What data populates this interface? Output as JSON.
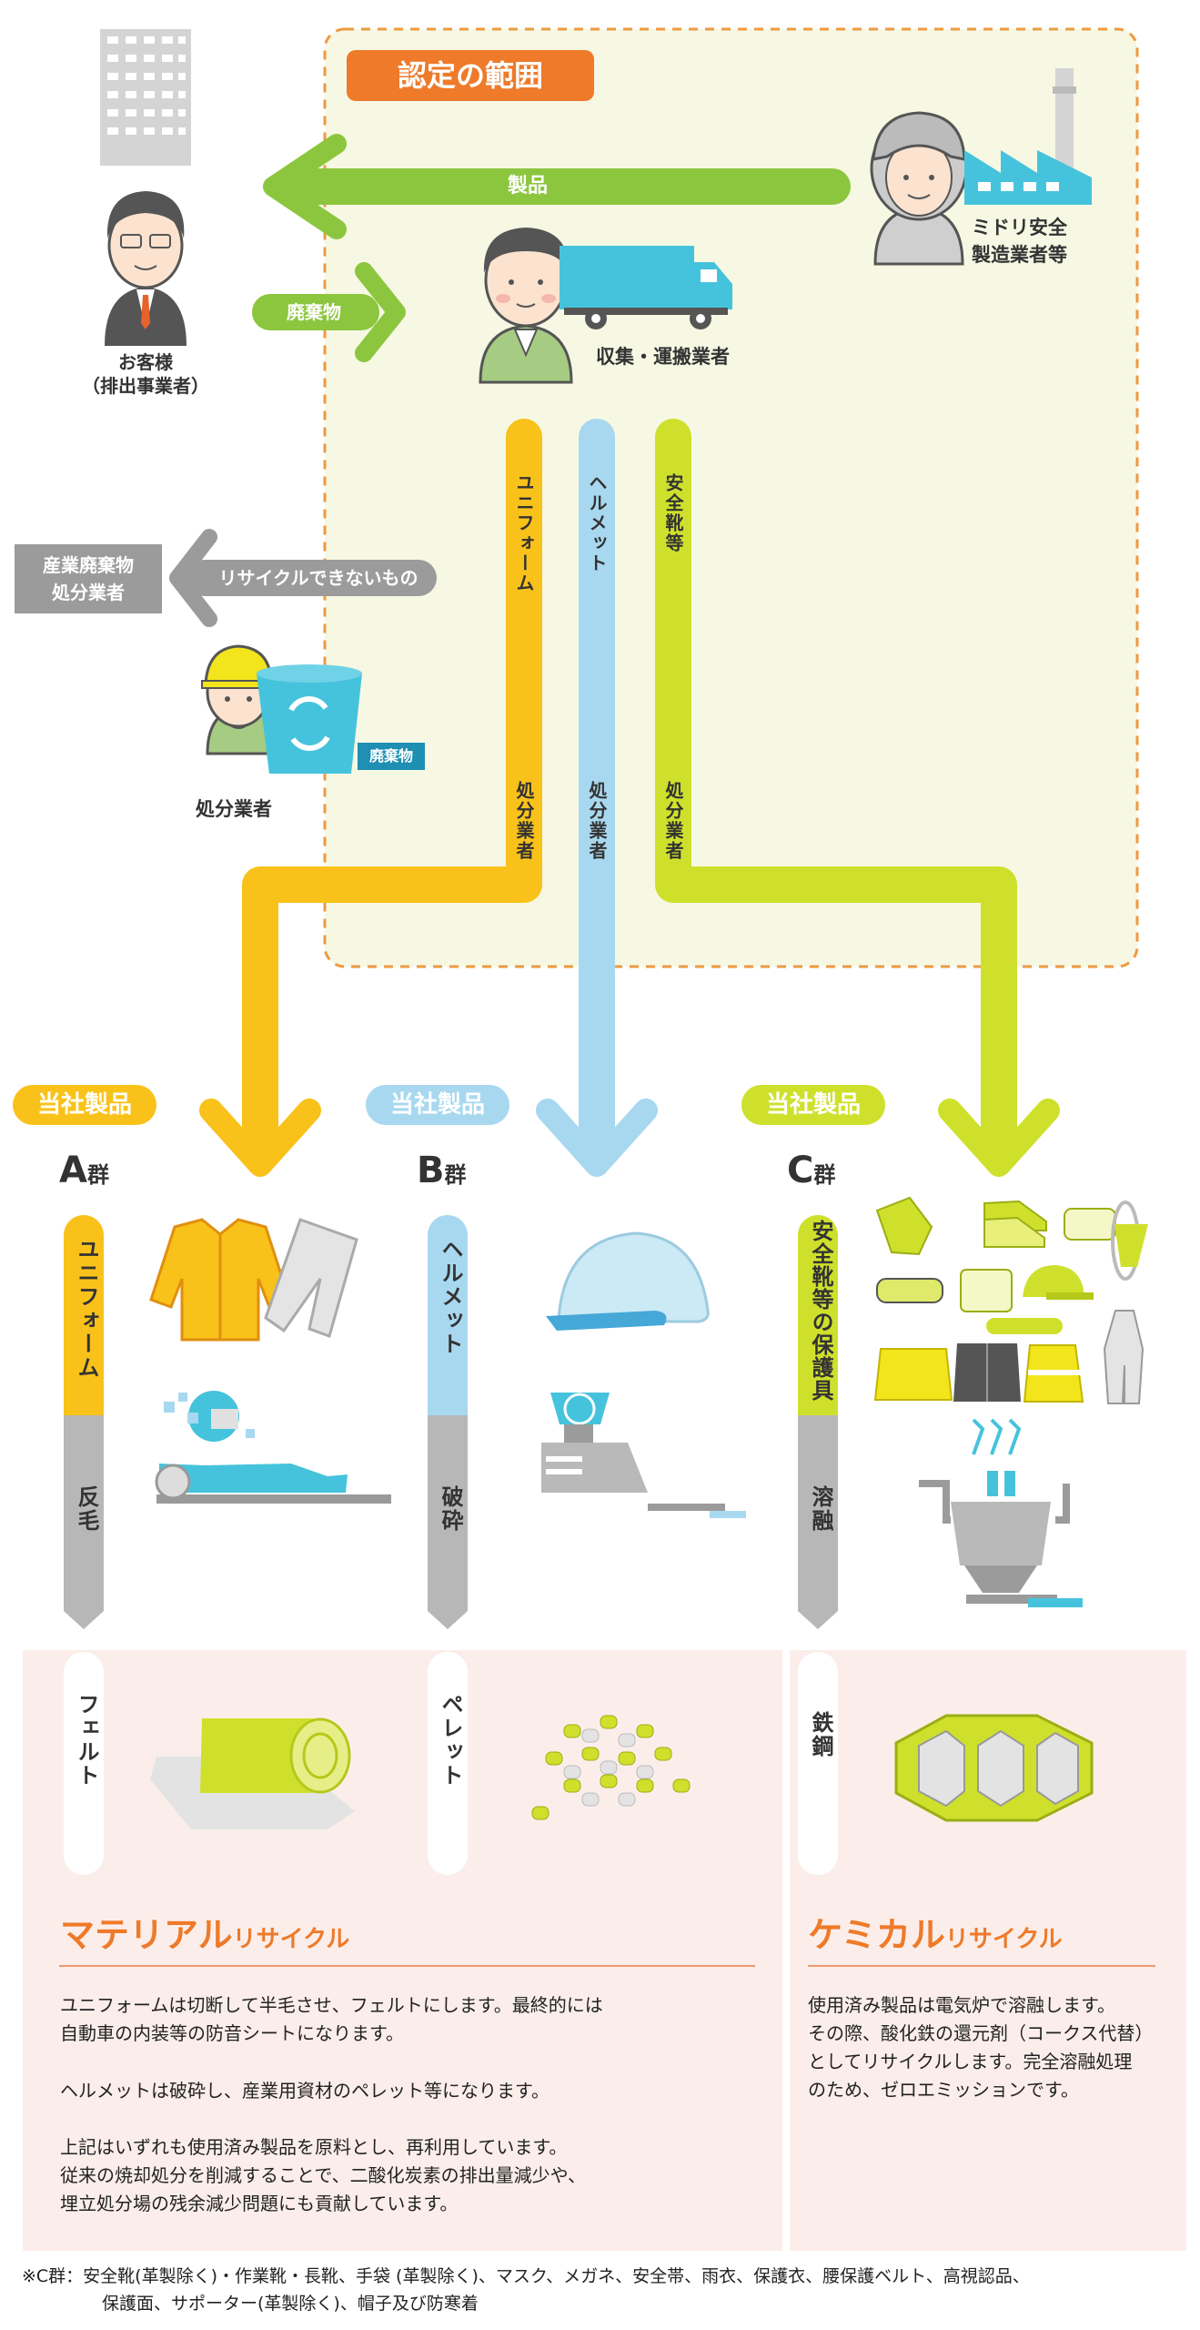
{
  "scope": {
    "title": "認定の範囲"
  },
  "actors": {
    "customer_line1": "お客様",
    "customer_line2": "（排出事業者）",
    "maker_line1": "ミドリ安全",
    "maker_line2": "製造業者等",
    "transporter": "収集・運搬業者",
    "disposer": "処分業者",
    "industrial_waste_line1": "産業廃棄物",
    "industrial_waste_line2": "処分業者"
  },
  "arrows": {
    "product": "製品",
    "waste": "廃棄物",
    "non_recyclable": "リサイクルできないもの",
    "bin_label": "廃棄物"
  },
  "streams": {
    "uniform": "ユニフォーム",
    "helmet": "ヘルメット",
    "shoes": "安全靴等",
    "disposer_label": "処分業者"
  },
  "groups": [
    {
      "badge": "当社製品",
      "letter": "A",
      "suffix": "群",
      "item": "ユニフォーム",
      "process": "反毛",
      "output": "フェルト"
    },
    {
      "badge": "当社製品",
      "letter": "B",
      "suffix": "群",
      "item": "ヘルメット",
      "process": "破砕",
      "output": "ペレット"
    },
    {
      "badge": "当社製品",
      "letter": "C",
      "suffix": "群",
      "item": "安全靴等の保護具",
      "process": "溶融",
      "output": "鉄鋼"
    }
  ],
  "material": {
    "title_big": "マテリアル",
    "title_small": "リサイクル",
    "para1": "ユニフォームは切断して半毛させ、フェルトにします。最終的には\n自動車の内装等の防音シートになります。",
    "para2": "ヘルメットは破砕し、産業用資材のペレット等になります。",
    "para3": "上記はいずれも使用済み製品を原料とし、再利用しています。\n従来の焼却処分を削減することで、二酸化炭素の排出量減少や、\n埋立処分場の残余減少問題にも貢献しています。"
  },
  "chemical": {
    "title_big": "ケミカル",
    "title_small": "リサイクル",
    "para1": "使用済み製品は電気炉で溶融します。\nその際、酸化鉄の還元剤（コークス代替）\nとしてリサイクルします。完全溶融処理\nのため、ゼロエミッションです。"
  },
  "footnote": {
    "line1": "※C群：安全靴(革製除く)・作業靴・長靴、手袋 (革製除く)、マスク、メガネ、安全帯、雨衣、保護衣、腰保護ベルト、高視認品、",
    "line2": "保護面、サポーター(革製除く)、帽子及び防寒着"
  },
  "colors": {
    "uniform": "#f9c21a",
    "helmet": "#a8d8ef",
    "shoes": "#cfe02c",
    "green_arrow": "#8cc63f",
    "scope_title": "#ee7a2a",
    "gray": "#9b9b9b",
    "cream": "#f6f8e4",
    "pink": "#fbeeea"
  }
}
